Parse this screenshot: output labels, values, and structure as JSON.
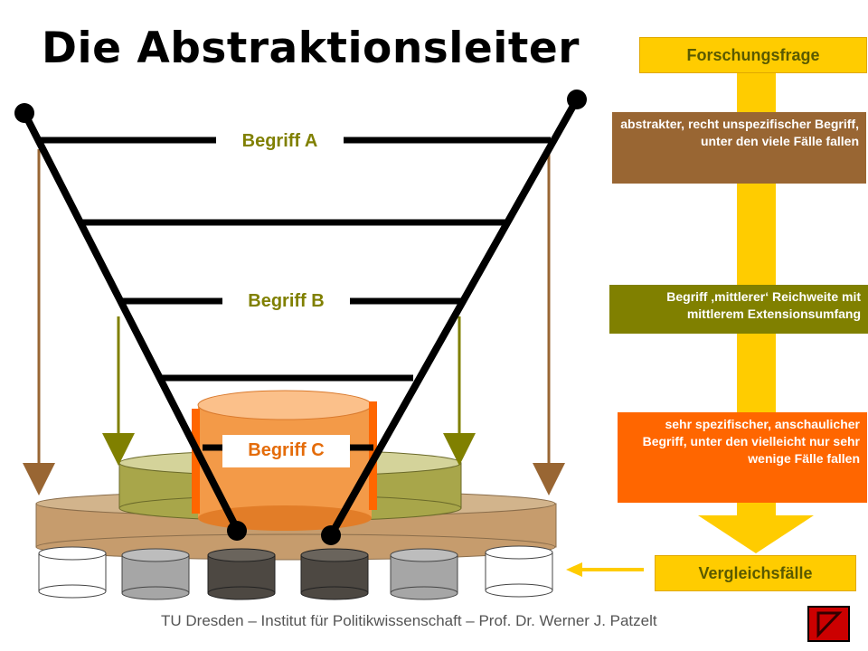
{
  "title": "Die Abstraktionsleiter",
  "labels": {
    "begriff_a": "Begriff A",
    "begriff_b": "Begriff B",
    "begriff_c": "Begriff C"
  },
  "side_boxes": {
    "top_right": "Forschungsfrage",
    "abstract": "abstrakter, recht unspezifischer Begriff, unter den viele Fälle fallen",
    "middle": "Begriff ‚mittlerer‘ Reichweite mit mittlerem Extensionsumfang",
    "specific": "sehr spezifischer, anschaulicher Begriff, unter den vielleicht nur sehr wenige Fälle fallen",
    "bottom_right": "Vergleichsfälle"
  },
  "footer": "TU Dresden – Institut für Politikwissenschaft – Prof. Dr. Werner J. Patzelt",
  "colors": {
    "brown": "#996633",
    "olive": "#808000",
    "orange": "#ff6600",
    "yellow": "#ffcc00",
    "red": "#cc0000"
  },
  "icons": {
    "nav_button": "previous-arrow-icon"
  }
}
